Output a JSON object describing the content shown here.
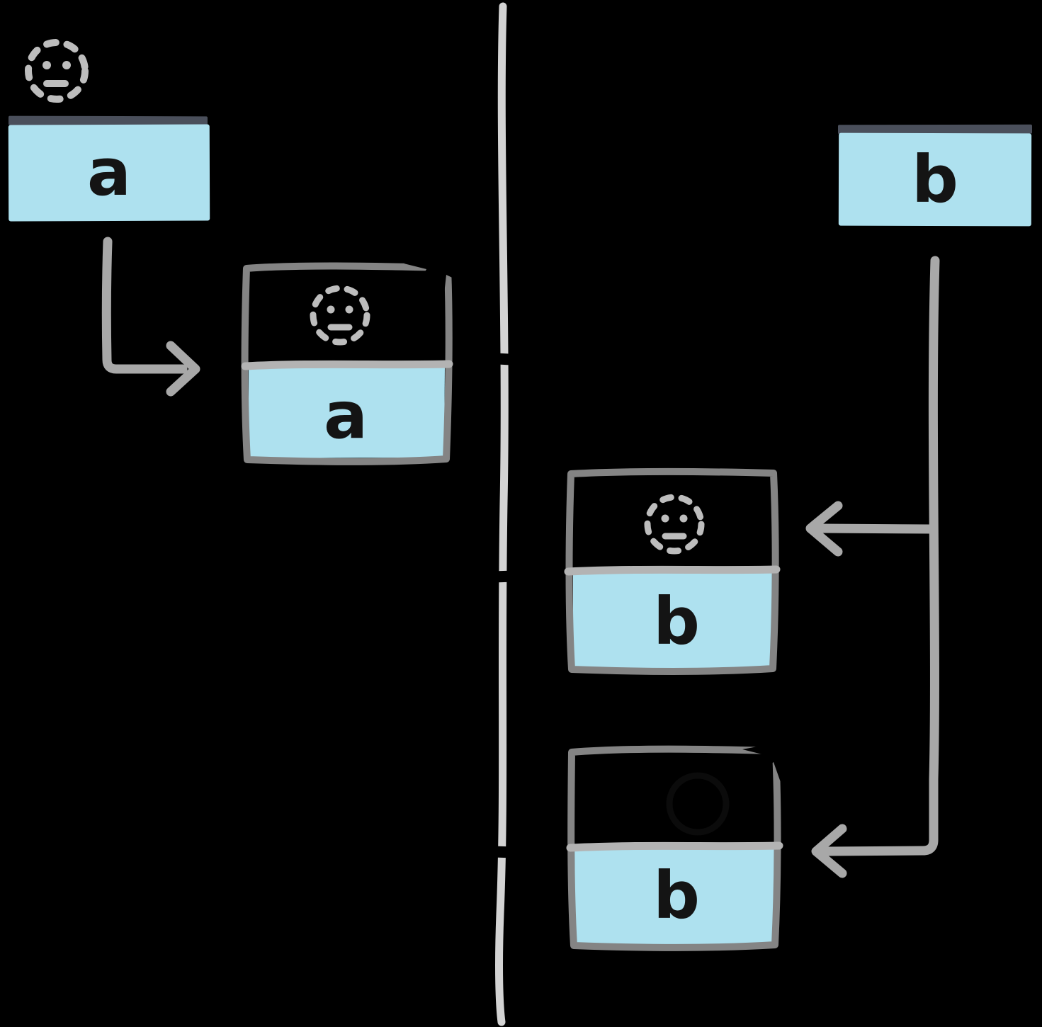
{
  "diagram_kind": "hand-drawn-actor-timeline-diagram",
  "colors": {
    "background": "#000000",
    "fill_blue": "#aee1ef",
    "header_bar": "#4a4f5b",
    "frame_border": "#848484",
    "frame_separator": "#b3b3b3",
    "timeline": "#d3d3d3",
    "arrow": "#a8a8a8",
    "label_ink": "#141414",
    "icon_gray": "#bdbdbd"
  },
  "timeline": {
    "orientation": "vertical",
    "tick_count": 3
  },
  "nodes": {
    "top_left": {
      "label": "a",
      "icon": "dotted-circle-face"
    },
    "top_right": {
      "label": "b",
      "icon": "none"
    },
    "mid_left": {
      "label": "a",
      "icon": "dotted-circle-face",
      "badge": "ink-starburst"
    },
    "mid_right": {
      "label": "b",
      "icon": "dotted-circle-face",
      "badge": "none"
    },
    "bottom_right": {
      "label": "b",
      "icon": "ink-circle",
      "badge": "ink-starburst"
    }
  },
  "arrows": [
    {
      "from": "top_left",
      "to": "mid_left",
      "shape": "down-then-right"
    },
    {
      "from": "top_right",
      "to": "mid_right",
      "shape": "down-then-left"
    },
    {
      "from": "top_right",
      "to": "bottom_right",
      "shape": "down-then-left"
    }
  ]
}
